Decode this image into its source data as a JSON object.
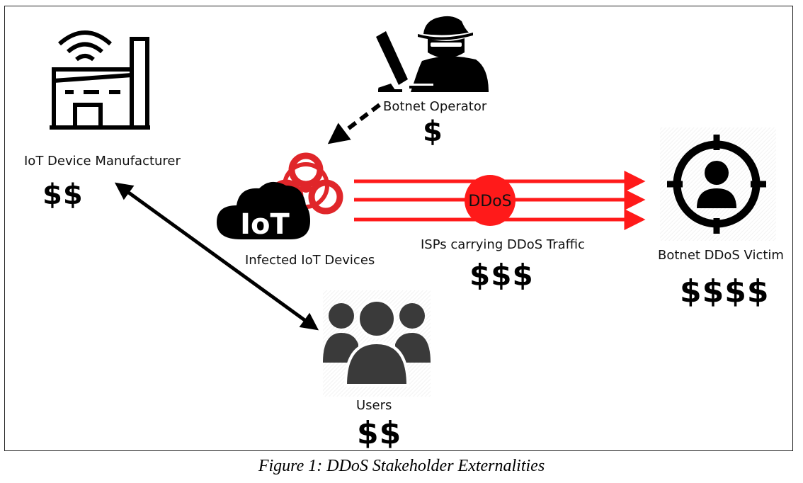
{
  "nodes": {
    "manufacturer": {
      "label": "IoT Device Manufacturer",
      "cost": "$$",
      "icon": "factory-wifi-icon"
    },
    "operator": {
      "label": "Botnet Operator",
      "cost": "$",
      "icon": "hacker-at-computer-icon"
    },
    "iot": {
      "label": "Infected IoT Devices",
      "badge": "IoT",
      "icon": "biohazard-cloud-icon"
    },
    "isps": {
      "label": "ISPs carrying DDoS Traffic",
      "cost": "$$$",
      "badge": "DDoS"
    },
    "victim": {
      "label": "Botnet DDoS Victim",
      "cost": "$$$$",
      "icon": "target-person-icon"
    },
    "users": {
      "label": "Users",
      "cost": "$$",
      "icon": "user-group-icon"
    }
  },
  "colors": {
    "traffic": "#ff1a1a",
    "biohazard": "#e0262a",
    "ink": "#000000",
    "icon_gray": "#3a3a3a"
  },
  "caption": "Figure 1: DDoS Stakeholder Externalities"
}
